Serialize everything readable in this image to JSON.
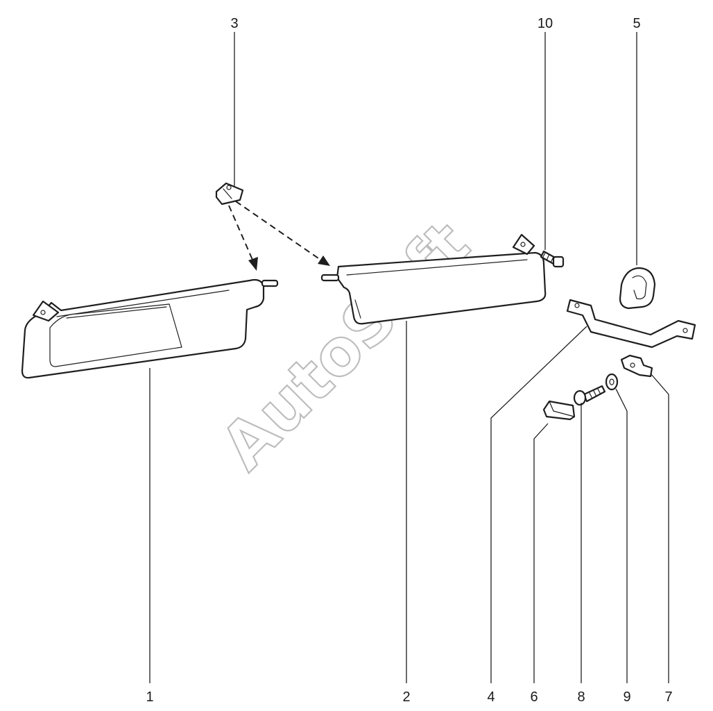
{
  "watermark": "AutoSoft",
  "callouts": [
    {
      "id": "1",
      "label": "1"
    },
    {
      "id": "2",
      "label": "2"
    },
    {
      "id": "3",
      "label": "3"
    },
    {
      "id": "4",
      "label": "4"
    },
    {
      "id": "5",
      "label": "5"
    },
    {
      "id": "6",
      "label": "6"
    },
    {
      "id": "7",
      "label": "7"
    },
    {
      "id": "8",
      "label": "8"
    },
    {
      "id": "9",
      "label": "9"
    },
    {
      "id": "10",
      "label": "10"
    }
  ],
  "parts": [
    {
      "callout": "1",
      "icon": "sun-visor-left"
    },
    {
      "callout": "2",
      "icon": "sun-visor-right"
    },
    {
      "callout": "3",
      "icon": "visor-mount-clip"
    },
    {
      "callout": "4",
      "icon": "grab-handle"
    },
    {
      "callout": "5",
      "icon": "visor-retaining-hook"
    },
    {
      "callout": "6",
      "icon": "screw-cap"
    },
    {
      "callout": "7",
      "icon": "handle-bracket"
    },
    {
      "callout": "8",
      "icon": "screw"
    },
    {
      "callout": "9",
      "icon": "washer"
    },
    {
      "callout": "10",
      "icon": "screw"
    }
  ]
}
